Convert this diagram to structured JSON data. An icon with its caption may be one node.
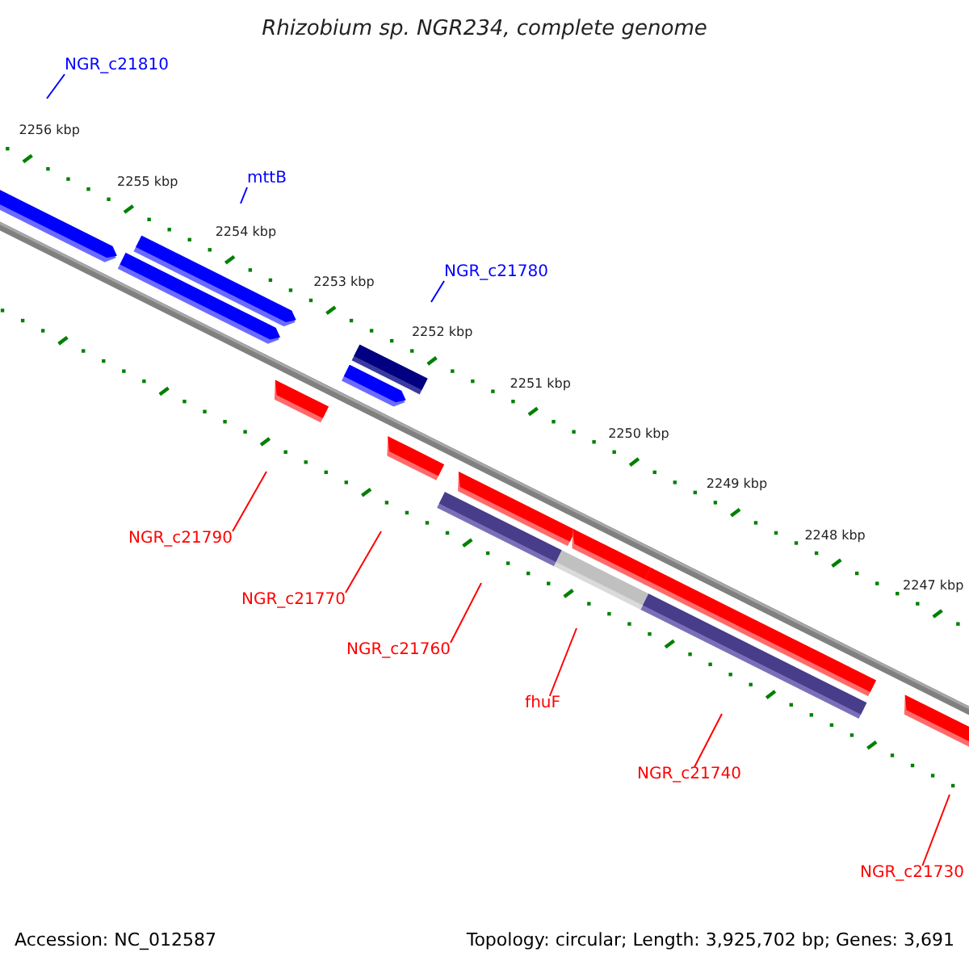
{
  "diagram": {
    "title": "Rhizobium sp. NGR234, complete genome",
    "nodes": [
      {
        "text": [
          "NGR_c21810"
        ]
      },
      {
        "text": [
          "mttB"
        ]
      },
      {
        "text": [
          "NGR_c21780"
        ]
      },
      {
        "text": [
          "NGR_c21790"
        ]
      },
      {
        "text": [
          "NGR_c21770"
        ]
      },
      {
        "text": [
          "NGR_c21760"
        ]
      },
      {
        "text": [
          "fhuF"
        ]
      },
      {
        "text": [
          "NGR_c21740"
        ]
      },
      {
        "text": [
          "NGR_c21730"
        ]
      }
    ],
    "edges": [
      {
        "from": 0,
        "to": null,
        "arrow": "none",
        "color": "#0000ff"
      },
      {
        "from": 1,
        "to": null,
        "arrow": "none",
        "color": "#0000ff"
      },
      {
        "from": 2,
        "to": null,
        "arrow": "none",
        "color": "#0000ff"
      },
      {
        "from": 3,
        "to": null,
        "arrow": "none"
      },
      {
        "from": 4,
        "to": null,
        "arrow": "none"
      },
      {
        "from": 5,
        "to": null,
        "arrow": "none"
      },
      {
        "from": 6,
        "to": null,
        "arrow": "none"
      },
      {
        "from": 7,
        "to": null,
        "arrow": "none"
      },
      {
        "from": 8,
        "to": null,
        "arrow": "none"
      }
    ],
    "labels": [
      "2256 kbp",
      "2255 kbp",
      "2254 kbp",
      "2253 kbp",
      "2252 kbp",
      "2251 kbp",
      "2250 kbp",
      "2249 kbp",
      "2248 kbp",
      "2247 kbp",
      "Accession: NC_012587",
      "Topology: circular; Length: 3,925,702 bp; Genes: 3,691"
    ]
  }
}
